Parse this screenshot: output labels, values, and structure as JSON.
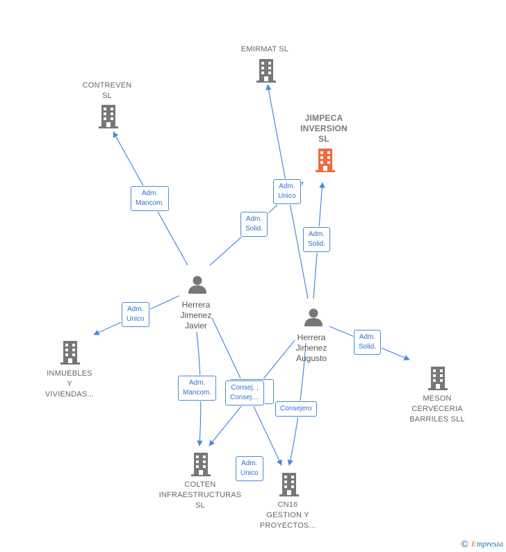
{
  "colors": {
    "edge": "#4a89dc",
    "company_icon": "#777777",
    "company_icon_highlight": "#f26a3d",
    "person_icon": "#777777"
  },
  "companies": {
    "emirmat": {
      "name": "EMIRMAT SL",
      "icon": "building-icon"
    },
    "contreven": {
      "name": "CONTREVEN\nSL",
      "icon": "building-icon"
    },
    "jimpeca": {
      "name": "JIMPECA\nINVERSION\nSL",
      "icon": "building-icon",
      "highlight": true
    },
    "inmuebles": {
      "name": "INMUEBLES\nY\nVIVIENDAS...",
      "icon": "building-icon"
    },
    "meson": {
      "name": "MESON\nCERVECERIA\nBARRILES SLL",
      "icon": "building-icon"
    },
    "colten": {
      "name": "COLTEN\nINFRAESTRUCTURAS\nSL",
      "icon": "building-icon"
    },
    "cn16": {
      "name": "CN16\nGESTION Y\nPROYECTOS...",
      "icon": "building-icon"
    }
  },
  "people": {
    "javier": {
      "name": "Herrera\nJimenez\nJavier",
      "icon": "person-icon"
    },
    "augusto": {
      "name": "Herrera\nJimenez\nAugusto",
      "icon": "person-icon"
    }
  },
  "roles": {
    "javier_contreven": "Adm.\nMancom.",
    "javier_emirmat": "Adm.\nSolid.",
    "augusto_emirmat": "Adm.\nUnico",
    "augusto_jimpeca": "Adm.\nSolid.",
    "javier_inmuebles": "Adm.\nUnico",
    "augusto_meson": "Adm.\nSolid.",
    "javier_colten": "Adm.\nMancom.",
    "consej": "Consej. ,\nConsej....",
    "augusto_cn16": "Consejero",
    "javier_cn16": "Adm.\nUnico"
  },
  "footer": {
    "copyright": "©",
    "brand_first": "E",
    "brand_rest": "mpresia"
  }
}
